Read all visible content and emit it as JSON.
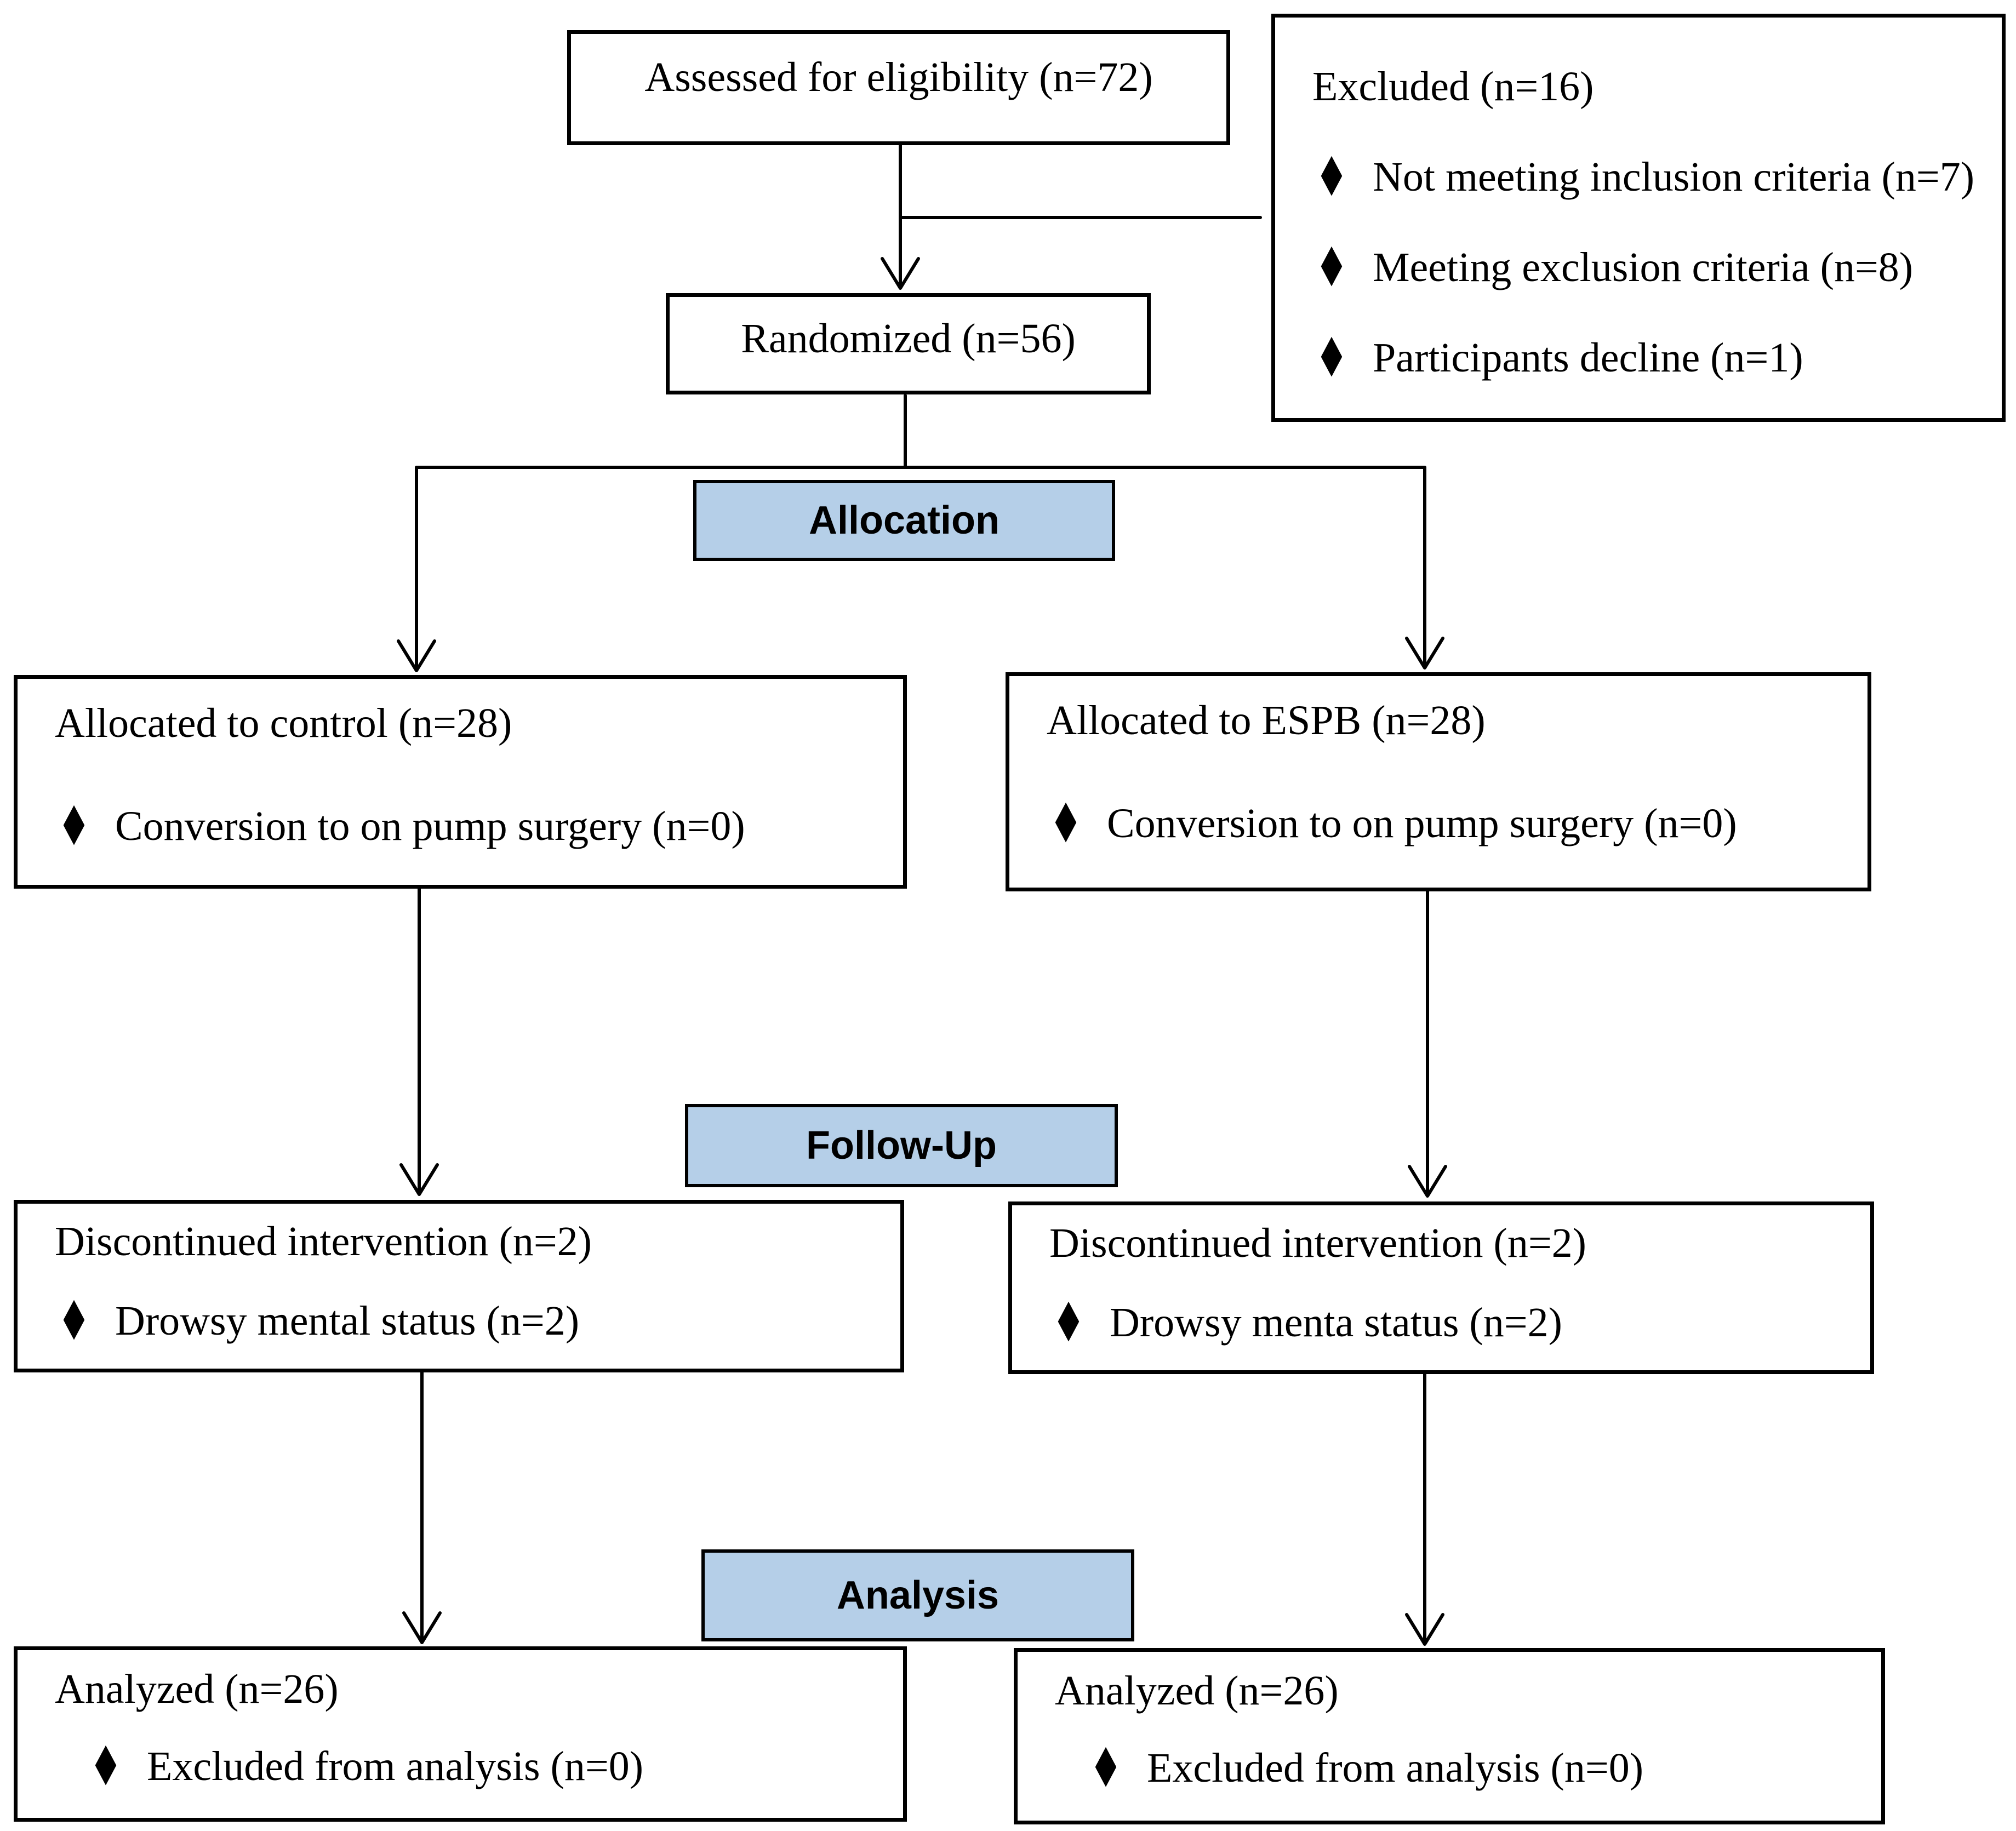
{
  "colors": {
    "banner_fill": "#b5cfe8",
    "border": "#000000",
    "background": "#ffffff",
    "text": "#000000"
  },
  "glyphs": {
    "diamond": "♦"
  },
  "flow": {
    "assessed": {
      "title": "Assessed for eligibility (n=72)"
    },
    "excluded": {
      "title": "Excluded (n=16)",
      "items": [
        "Not meeting inclusion criteria (n=7)",
        "Meeting exclusion criteria (n=8)",
        "Participants decline (n=1)"
      ]
    },
    "randomized": {
      "title": "Randomized (n=56)"
    },
    "allocated_control": {
      "title": "Allocated to control (n=28)",
      "items": [
        "Conversion to on pump surgery (n=0)"
      ]
    },
    "allocated_espb": {
      "title": "Allocated to ESPB (n=28)",
      "items": [
        "Conversion to on pump surgery (n=0)"
      ]
    },
    "discontinued_control": {
      "title": "Discontinued intervention (n=2)",
      "items": [
        "Drowsy mental status (n=2)"
      ]
    },
    "discontinued_espb": {
      "title": "Discontinued intervention (n=2)",
      "items": [
        "Drowsy menta status (n=2)"
      ]
    },
    "analyzed_control": {
      "title": "Analyzed (n=26)",
      "items": [
        "Excluded from analysis (n=0)"
      ]
    },
    "analyzed_espb": {
      "title": "Analyzed (n=26)",
      "items": [
        "Excluded from analysis (n=0)"
      ]
    }
  },
  "banners": {
    "allocation": "Allocation",
    "followup": "Follow-Up",
    "analysis": "Analysis"
  }
}
